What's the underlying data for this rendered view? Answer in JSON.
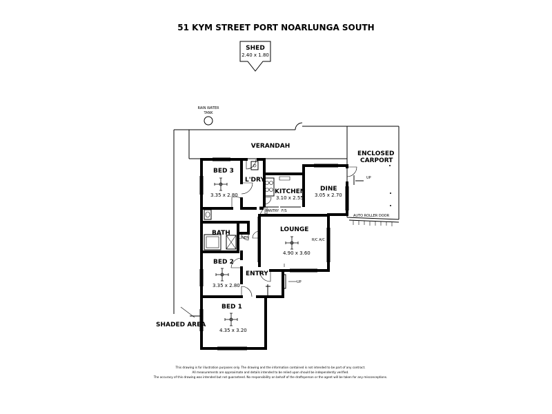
{
  "title": "51 KYM STREET PORT NOARLUNGA SOUTH",
  "shed": {
    "label": "SHED",
    "dims": "2.40 x 1.80"
  },
  "rain_water_tank": {
    "line1": "RAIN WATER",
    "line2": "TANK"
  },
  "verandah": "VERANDAH",
  "carport": {
    "line1": "ENCLOSED",
    "line2": "CARPORT"
  },
  "auto_roller_door": "AUTO ROLLER DOOR",
  "up_labels": {
    "carport": "UP",
    "entry": "UP"
  },
  "rooms": {
    "bed3": {
      "label": "BED 3",
      "dims": "3.35 x 2.80"
    },
    "ldry": {
      "label": "L'DRY"
    },
    "kitchen": {
      "label": "KITCHEN",
      "dims": "3.10 x 2.55"
    },
    "dine": {
      "label": "DINE",
      "dims": "3.05 x 2.70"
    },
    "pantry": {
      "label": "PANTRY"
    },
    "fs": {
      "label": "F/S"
    },
    "bath": {
      "label": "BATH"
    },
    "linen": {
      "label": "LINEN"
    },
    "lounge": {
      "label": "LOUNGE",
      "dims": "4.90 x 3.60"
    },
    "rcac": {
      "label": "R/C A/C"
    },
    "bed2": {
      "label": "BED 2",
      "dims": "3.35 x 2.80"
    },
    "entry": {
      "label": "ENTRY"
    },
    "bed1": {
      "label": "BED 1",
      "dims": "4.35 x 3.20"
    }
  },
  "shaded_area": "SHADED AREA",
  "disclaimer": {
    "line1": "This drawing is for illustration purposes only. The drawing and the information contained is not intended to be part of any contract.",
    "line2": "All measurements are approximate and details intended to be relied upon should be independently verified.",
    "line3": "The accuracy of this drawing was intended but not guaranteed. No responsibility on behalf of the draftsperson or the agent will be taken for any misconceptions."
  }
}
